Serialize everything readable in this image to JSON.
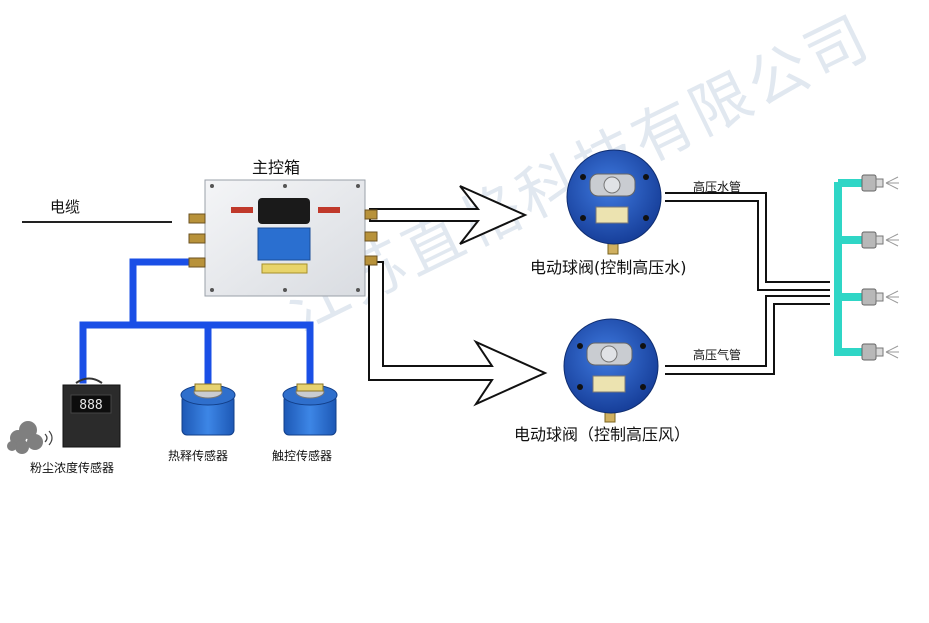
{
  "labels": {
    "main_box": "主控箱",
    "cable": "电缆",
    "water_pipe": "高压水管",
    "air_pipe": "高压气管",
    "valve_water": "电动球阀(控制高压水)",
    "valve_air": "电动球阀（控制高压风）",
    "dust_sensor": "粉尘浓度传感器",
    "pyro_sensor": "热释传感器",
    "touch_sensor": "触控传感器"
  },
  "dust_display": "888",
  "watermark": "江苏直格科技有限公司",
  "colors": {
    "signal_wire": "#1a4fe6",
    "spray_manifold": "#2fd6c6",
    "valve_body": "#2050b8",
    "sensor_body": "#2a70d0",
    "box_body": "#e9ebee",
    "box_screen": "#2a6fd0"
  }
}
